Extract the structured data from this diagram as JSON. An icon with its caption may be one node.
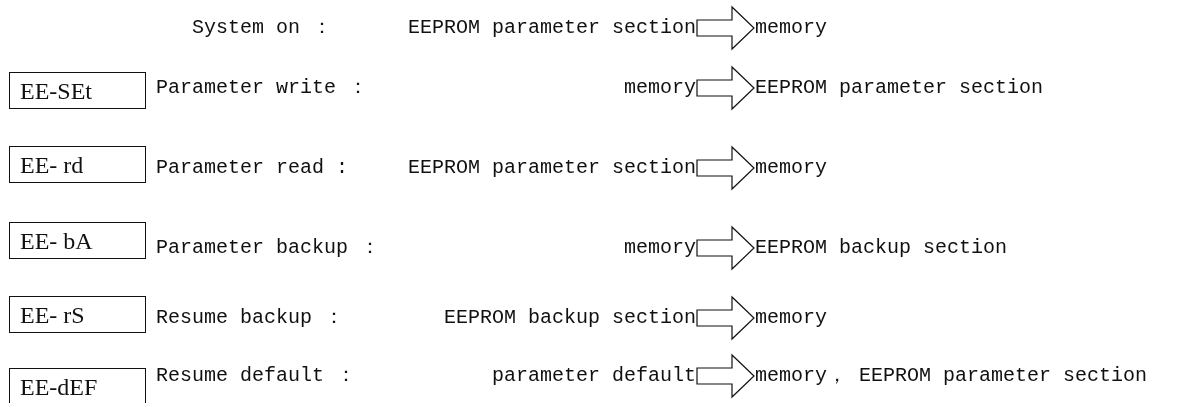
{
  "diagram": {
    "nodes": [
      {
        "text": [
          "EEPROM parameter section"
        ]
      },
      {
        "text": [
          "memory"
        ]
      },
      {
        "text": [
          "EE-SEt"
        ]
      },
      {
        "text": [
          "memory"
        ]
      },
      {
        "text": [
          "EEPROM parameter section"
        ]
      },
      {
        "text": [
          "EE- rd"
        ]
      },
      {
        "text": [
          "EEPROM parameter section"
        ]
      },
      {
        "text": [
          "memory"
        ]
      },
      {
        "text": [
          "EE- bA"
        ]
      },
      {
        "text": [
          "memory"
        ]
      },
      {
        "text": [
          "EEPROM backup section"
        ]
      },
      {
        "text": [
          "EE- rS"
        ]
      },
      {
        "text": [
          "EEPROM backup section"
        ]
      },
      {
        "text": [
          "memory"
        ]
      },
      {
        "text": [
          "EE-dEF"
        ]
      },
      {
        "text": [
          "parameter default"
        ]
      },
      {
        "text": [
          "memory， EEPROM parameter section"
        ]
      }
    ],
    "edges": [
      {
        "from": 0,
        "to": 1,
        "arrow": "to"
      },
      {
        "from": 3,
        "to": 4,
        "arrow": "to"
      },
      {
        "from": 6,
        "to": 7,
        "arrow": "to"
      },
      {
        "from": 9,
        "to": 10,
        "arrow": "to"
      },
      {
        "from": 12,
        "to": 13,
        "arrow": "to"
      },
      {
        "from": 15,
        "to": 16,
        "arrow": "to"
      }
    ],
    "labels": [
      "System on ：",
      "Parameter write ：",
      "Parameter read :",
      "Parameter backup ：",
      "Resume backup ：",
      "Resume default ："
    ]
  }
}
